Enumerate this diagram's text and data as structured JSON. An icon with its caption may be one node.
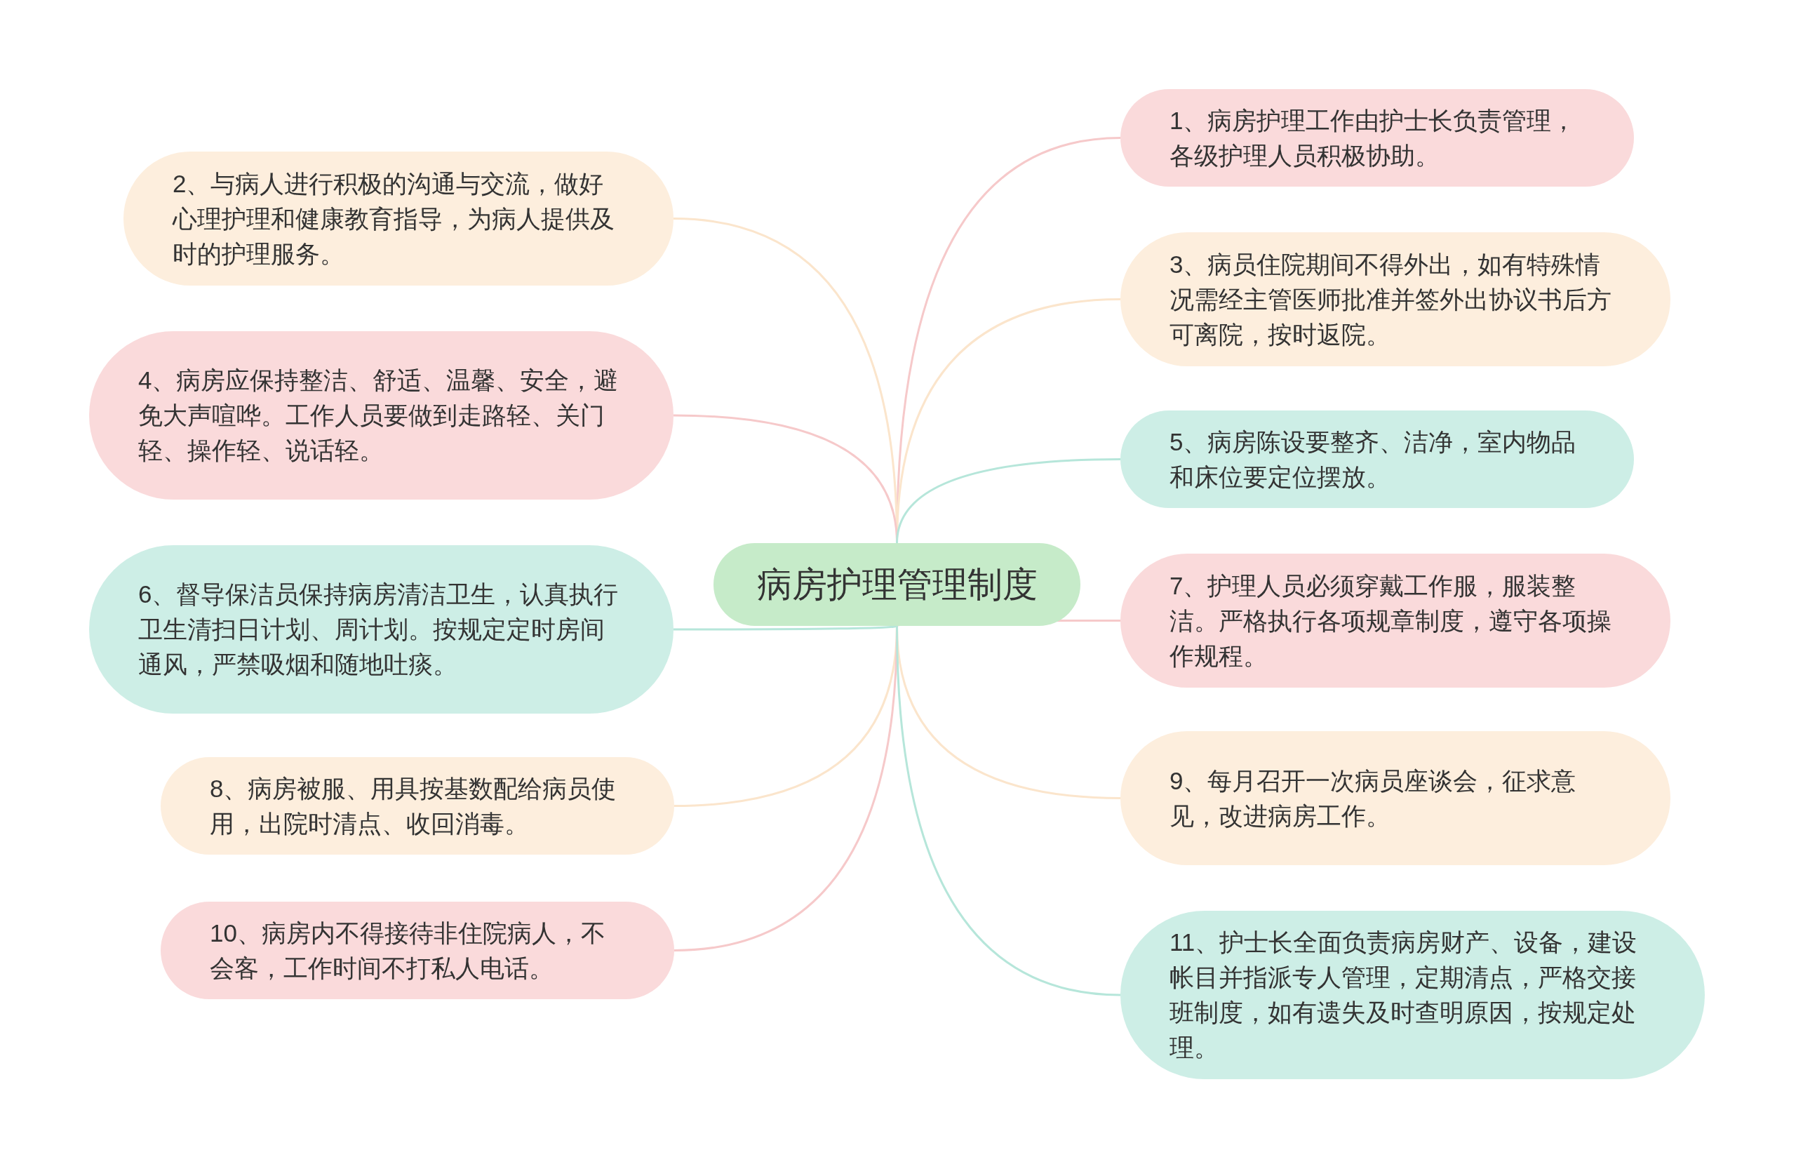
{
  "diagram": {
    "nodes": [
      {
        "text": [
          "病房护理管理制度"
        ]
      },
      {
        "text": [
          "1、病房护理工作由护士长负责管理，各级护理人员积极协助。"
        ]
      },
      {
        "text": [
          "2、与病人进行积极的沟通与交流，做好心理护理和健康教育指导，为病人提供及时的护理服务。"
        ]
      },
      {
        "text": [
          "3、病员住院期间不得外出，如有特殊情况需经主管医师批准并签外出协议书后方可离院，按时返院。"
        ]
      },
      {
        "text": [
          "4、病房应保持整洁、舒适、温馨、安全，避免大声喧哗。工作人员要做到走路轻、关门轻、操作轻、说话轻。"
        ]
      },
      {
        "text": [
          "5、病房陈设要整齐、洁净，室内物品和床位要定位摆放。"
        ]
      },
      {
        "text": [
          "6、督导保洁员保持病房清洁卫生，认真执行卫生清扫日计划、周计划。按规定定时房间通风，严禁吸烟和随地吐痰。"
        ]
      },
      {
        "text": [
          "7、护理人员必须穿戴工作服，服装整洁。严格执行各项规章制度，遵守各项操作规程。"
        ]
      },
      {
        "text": [
          "8、病房被服、用具按基数配给病员使用，出院时清点、收回消毒。"
        ]
      },
      {
        "text": [
          "9、每月召开一次病员座谈会，征求意见，改进病房工作。"
        ]
      },
      {
        "text": [
          "10、病房内不得接待非住院病人，不会客，工作时间不打私人电话。"
        ]
      },
      {
        "text": [
          "11、护士长全面负责病房财产、设备，建设帐目并指派专人管理，定期清点，严格交接班制度，如有遗失及时查明原因，按规定处理。"
        ]
      }
    ],
    "edges": [
      {
        "from": 0,
        "to": 1,
        "arrow": "none",
        "color": "#f6c9ca"
      },
      {
        "from": 0,
        "to": 2,
        "arrow": "none",
        "color": "#fbe5cc"
      },
      {
        "from": 0,
        "to": 3,
        "arrow": "none",
        "color": "#fbe5cc"
      },
      {
        "from": 0,
        "to": 4,
        "arrow": "none",
        "color": "#f6c9ca"
      },
      {
        "from": 0,
        "to": 5,
        "arrow": "none",
        "color": "#b6e6da"
      },
      {
        "from": 0,
        "to": 6,
        "arrow": "none",
        "color": "#b6e6da"
      },
      {
        "from": 0,
        "to": 7,
        "arrow": "none",
        "color": "#f6c9ca"
      },
      {
        "from": 0,
        "to": 8,
        "arrow": "none",
        "color": "#fbe5cc"
      },
      {
        "from": 0,
        "to": 9,
        "arrow": "none",
        "color": "#fbe5cc"
      },
      {
        "from": 0,
        "to": 10,
        "arrow": "none",
        "color": "#f6c9ca"
      },
      {
        "from": 0,
        "to": 11,
        "arrow": "none",
        "color": "#b6e6da"
      }
    ]
  }
}
